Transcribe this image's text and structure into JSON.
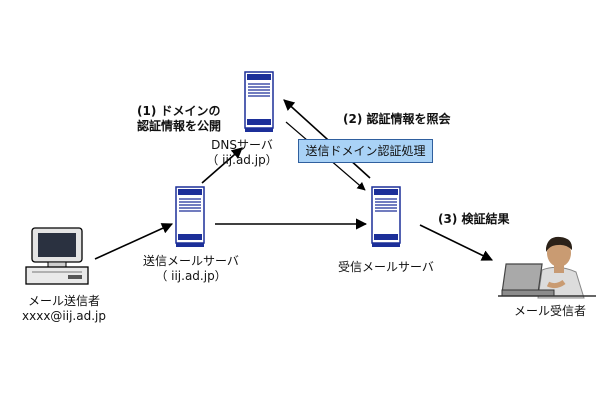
{
  "diagram": {
    "dns_server": {
      "name": "DNSサーバ",
      "domain": "（ iij.ad.jp）"
    },
    "sending_server": {
      "name": "送信メールサーバ",
      "domain": "（ iij.ad.jp）"
    },
    "receiving_server": {
      "name": "受信メールサーバ"
    },
    "sender": {
      "name": "メール送信者",
      "address": "xxxx@iij.ad.jp"
    },
    "recipient": {
      "name": "メール受信者"
    },
    "steps": {
      "step1_line1": "(1) ドメインの",
      "step1_line2": "認証情報を公開",
      "step2": "(2) 認証情報を照会",
      "step3": "(3) 検証結果"
    },
    "process_box": "送信ドメイン認証処理"
  },
  "icons": [
    "dns-server-icon",
    "sending-server-icon",
    "receiving-server-icon",
    "computer-icon",
    "person-at-laptop-icon"
  ],
  "colors": {
    "server_blue": "#1c2f99",
    "callout_fill": "#a9d2f6",
    "arrow": "#000000"
  }
}
